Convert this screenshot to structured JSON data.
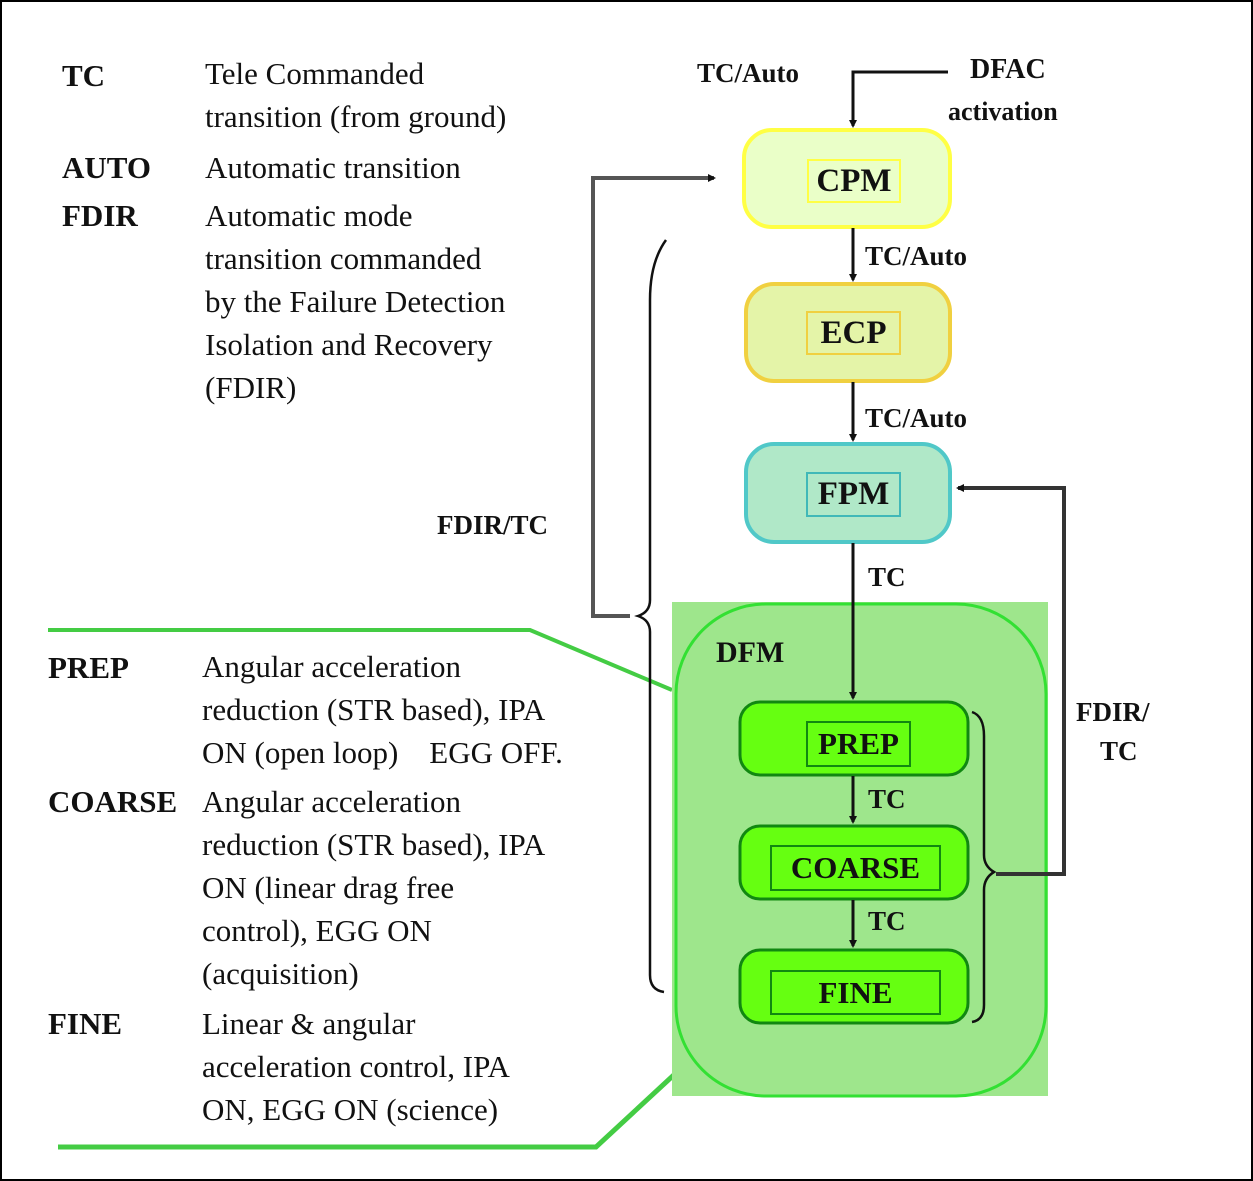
{
  "legend_top": [
    {
      "abbr": "TC",
      "lines": [
        "Tele Commanded",
        "transition (from ground)"
      ]
    },
    {
      "abbr": "AUTO",
      "lines": [
        "Automatic transition"
      ]
    },
    {
      "abbr": "FDIR",
      "lines": [
        "Automatic mode",
        "transition commanded",
        "by the Failure Detection",
        "Isolation and Recovery",
        "(FDIR)"
      ]
    }
  ],
  "legend_bottom": [
    {
      "abbr": "PREP",
      "lines": [
        "Angular acceleration",
        "reduction (STR based), IPA",
        "ON (open loop)    EGG OFF."
      ]
    },
    {
      "abbr": "COARSE",
      "lines": [
        "Angular acceleration",
        "reduction (STR based), IPA",
        "ON (linear drag free",
        "control), EGG ON",
        "(acquisition)"
      ]
    },
    {
      "abbr": "FINE",
      "lines": [
        "Linear & angular",
        "acceleration control, IPA",
        "ON, EGG ON (science)"
      ]
    }
  ],
  "nodes": {
    "cpm": "CPM",
    "ecp": "ECP",
    "fpm": "FPM",
    "dfm": "DFM",
    "prep": "PREP",
    "coarse": "COARSE",
    "fine": "FINE"
  },
  "transitions": {
    "entry": "TC/Auto",
    "dfac_line1": "DFAC",
    "dfac_line2": "activation",
    "cpm_to_ecp": "TC/Auto",
    "ecp_to_fpm": "TC/Auto",
    "fpm_to_dfm": "TC",
    "prep_to_coarse": "TC",
    "coarse_to_fine": "TC",
    "fdir_tc_left": "FDIR/TC",
    "fdir_tc_right_line1": "FDIR/",
    "fdir_tc_right_line2": "TC"
  },
  "colors": {
    "cpm_fill": "#eaffc8",
    "cpm_border": "#ffff44",
    "ecp_fill": "#e4f4a8",
    "ecp_border": "#f0d040",
    "fpm_fill": "#b0e8c8",
    "fpm_border": "#50c8c8",
    "dfm_bg": "#9ee68c",
    "dfm_border": "#33e033",
    "sub_fill": "#66ff11",
    "sub_border": "#118811",
    "callout_line": "#44cc44"
  }
}
